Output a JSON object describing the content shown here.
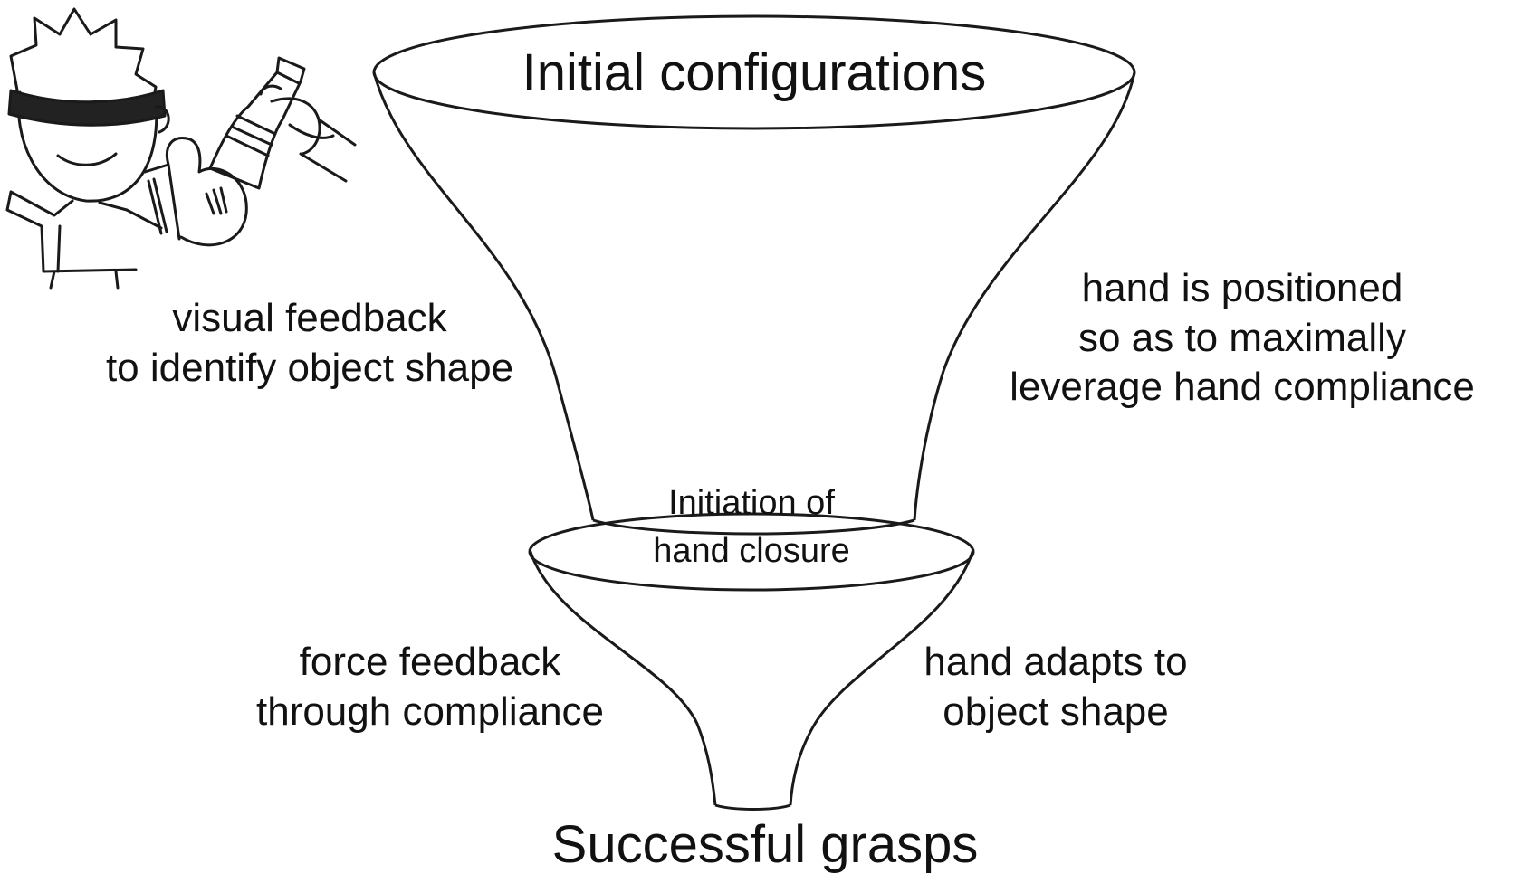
{
  "top_label": "Initial configurations",
  "bottom_label": "Successful grasps",
  "middle_label": {
    "line1": "Initiation of",
    "line2": "hand closure"
  },
  "upper_left_label": {
    "line1": "visual feedback",
    "line2": "to identify object shape"
  },
  "upper_right_label": {
    "line1": "hand is positioned",
    "line2": "so as to maximally",
    "line3": "leverage hand compliance"
  },
  "lower_left_label": {
    "line1": "force feedback",
    "line2": "through compliance"
  },
  "lower_right_label": {
    "line1": "hand adapts to",
    "line2": "object shape"
  },
  "colors": {
    "stroke": "#1a1a1a",
    "text": "#111111",
    "background": "#ffffff"
  }
}
